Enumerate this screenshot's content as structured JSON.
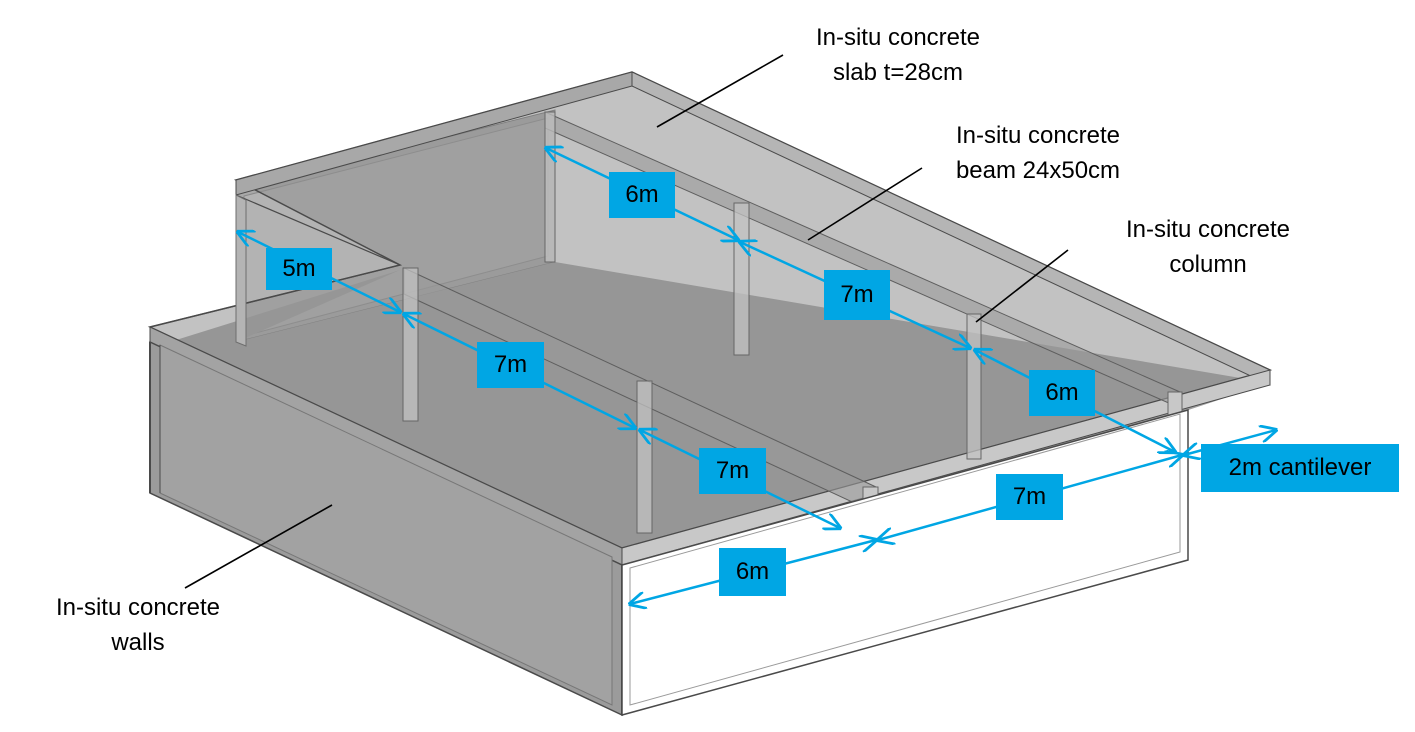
{
  "colors": {
    "concrete_dark": "#8c8c8c",
    "concrete_mid": "#a7a7a7",
    "concrete_light": "#b8b8b8",
    "edge": "#4a4a4a",
    "dimension": "#00a6e4"
  },
  "callouts": {
    "slab": [
      "In-situ concrete",
      "slab t=28cm"
    ],
    "beam": [
      "In-situ concrete",
      "beam 24x50cm"
    ],
    "column": [
      "In-situ concrete",
      "column"
    ],
    "walls": [
      "In-situ concrete",
      "walls"
    ]
  },
  "dimensions": {
    "d_5m": "5m",
    "d_6m_top": "6m",
    "d_7m_mid_back": "7m",
    "d_7m_mid_left": "7m",
    "d_6m_right": "6m",
    "d_7m_front_left": "7m",
    "d_7m_front_right": "7m",
    "d_6m_front": "6m",
    "cantilever": "2m cantilever"
  }
}
